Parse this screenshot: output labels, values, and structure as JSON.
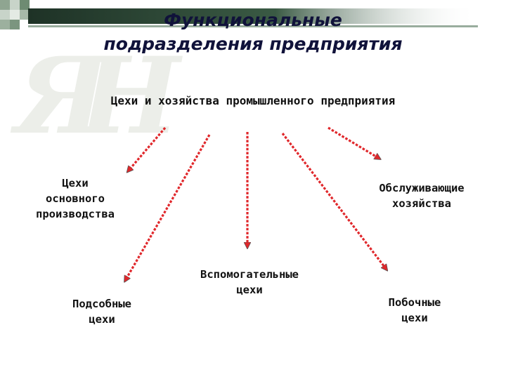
{
  "title": {
    "line1": "Функциональные",
    "line2": "подразделения предприятия"
  },
  "subtitle": "Цехи и хозяйства промышленного предприятия",
  "nodes": {
    "main_shops": {
      "line1": "Цехи",
      "line2": "основного",
      "line3": "производства"
    },
    "service": {
      "line1": "Обслуживающие",
      "line2": "хозяйства"
    },
    "auxiliary": {
      "line1": "Вспомогательные",
      "line2": "цехи"
    },
    "subsidiary": {
      "line1": "Подсобные",
      "line2": "цехи"
    },
    "side": {
      "line1": "Побочные",
      "line2": "цехи"
    }
  },
  "colors": {
    "banner": "#1e3226",
    "title_text": "#10123a",
    "arrow": "#e0272b",
    "arrow_outline": "#8a8a8a"
  }
}
